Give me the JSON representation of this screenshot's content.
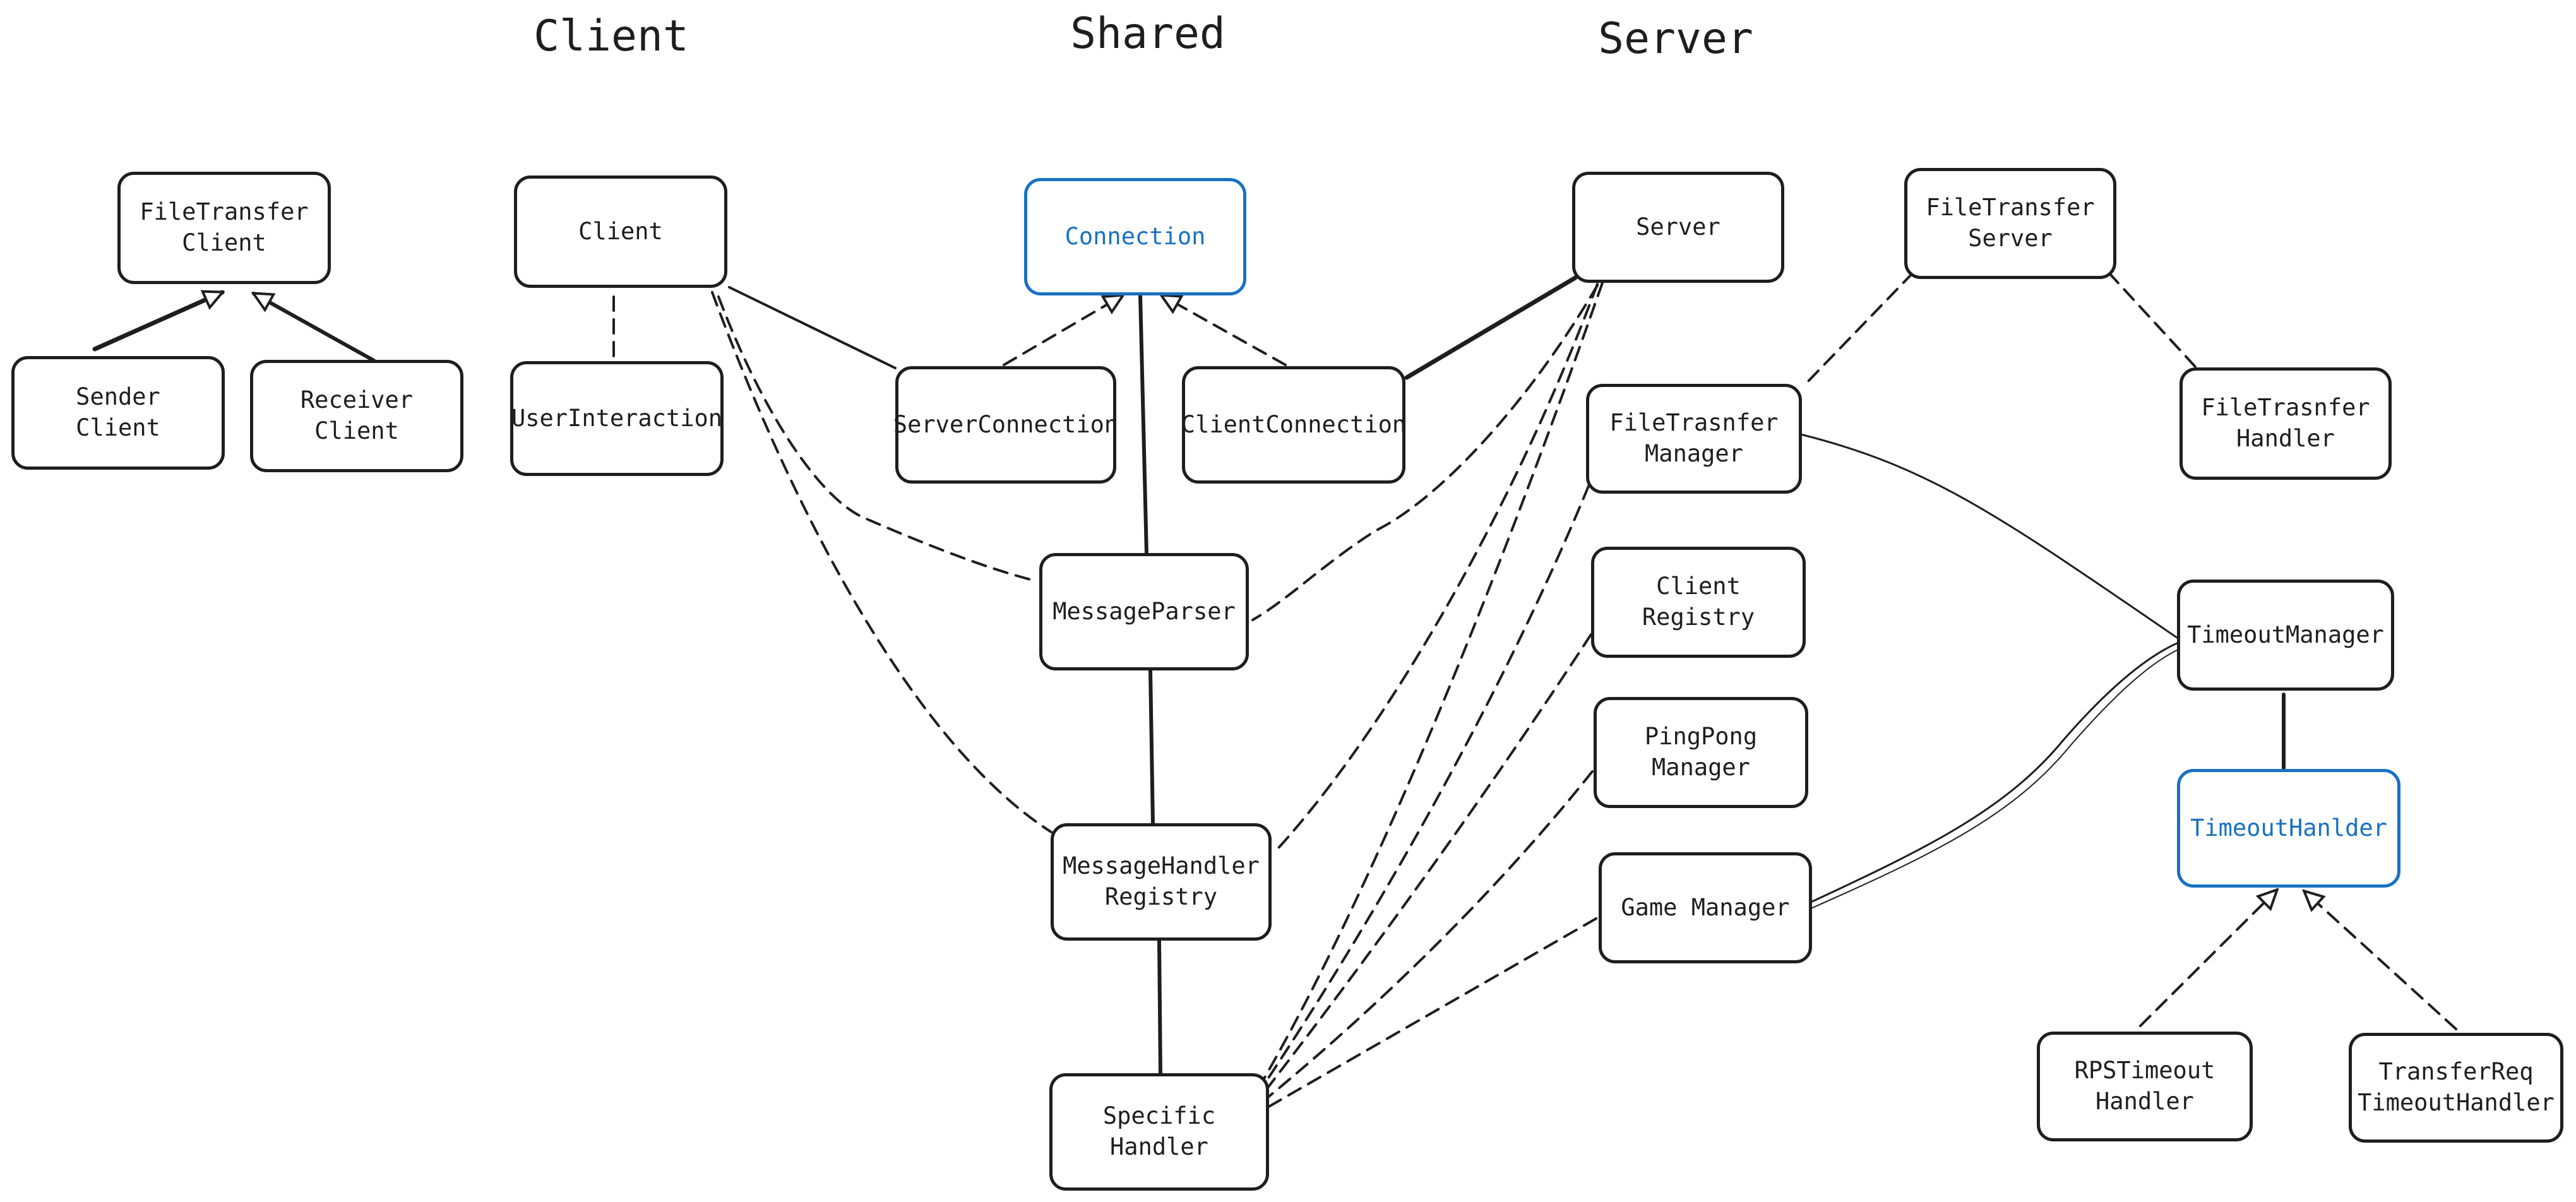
{
  "sections": {
    "client": "Client",
    "shared": "Shared",
    "server": "Server"
  },
  "nodes": {
    "filetransfer_client": "FileTransfer\nClient",
    "sender_client": "Sender\nClient",
    "receiver_client": "Receiver\nClient",
    "client": "Client",
    "user_interaction": "UserInteraction",
    "connection": "Connection",
    "server_connection": "ServerConnection",
    "client_connection": "ClientConnection",
    "message_parser": "MessageParser",
    "message_handler_registry": "MessageHandler\nRegistry",
    "specific_handler": "Specific Handler",
    "server": "Server",
    "filetransfer_server": "FileTransfer\nServer",
    "filetrasnfer_manager": "FileTrasnfer\nManager",
    "filetrasnfer_handler": "FileTrasnfer\nHandler",
    "client_registry": "Client Registry",
    "pingpong_manager": "PingPong\nManager",
    "game_manager": "Game Manager",
    "timeout_manager": "TimeoutManager",
    "timeout_hanlder": "TimeoutHanlder",
    "rps_timeout_handler": "RPSTimeout\nHandler",
    "transferreq_timeout_handler": "TransferReq\nTimeoutHandler"
  },
  "colors": {
    "stroke": "#1e1e1e",
    "accent": "#1971c2",
    "background": "#ffffff"
  }
}
